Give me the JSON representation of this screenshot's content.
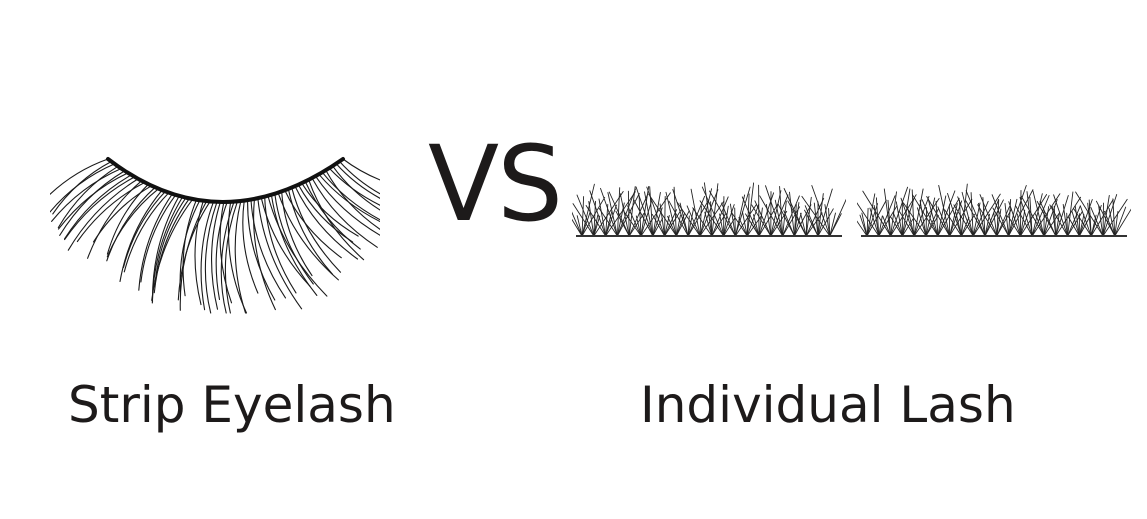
{
  "comparison": {
    "separator": "VS",
    "left": {
      "label": "Strip Eyelash",
      "image": "strip-eyelash-illustration"
    },
    "right": {
      "label": "Individual Lash",
      "image": "individual-lash-clusters-illustration"
    }
  },
  "colors": {
    "background": "#ffffff",
    "ink": "#1d1a1a"
  }
}
